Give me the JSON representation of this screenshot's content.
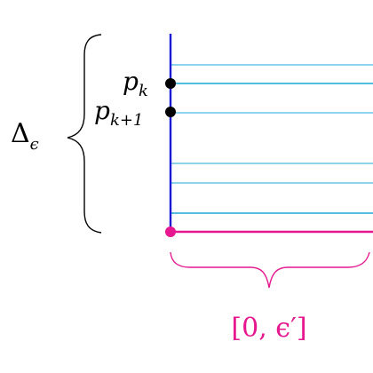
{
  "points": {
    "p_k": {
      "base": "p",
      "subscript": "k"
    },
    "p_k1": {
      "base": "p",
      "subscript": "k+1"
    }
  },
  "brace_left": {
    "label_base": "Δ",
    "label_subscript": "ϵ"
  },
  "brace_bottom": {
    "label": "[0, ϵ′]"
  },
  "colors": {
    "vertical_axis": "#1a1ad6",
    "horizontal_base": "#e6178f",
    "horizontal_lines": "#1aa7d9",
    "points": "#000000",
    "origin_point": "#e6178f",
    "left_brace": "#000000",
    "bottom_brace": "#e6178f"
  }
}
